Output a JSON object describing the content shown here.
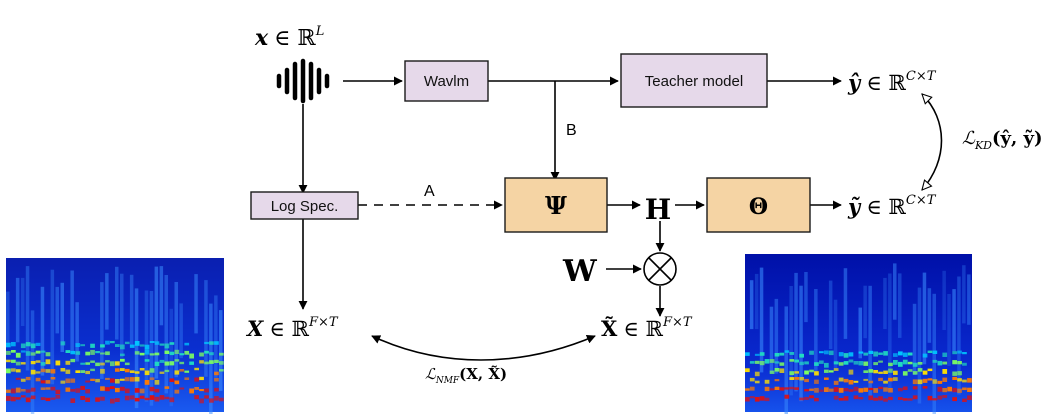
{
  "input": {
    "x_symbol": "𝒙",
    "x_space": "∈ ℝ",
    "x_sup": "L"
  },
  "blocks": {
    "wavlm": "Wavlm",
    "teacher": "Teacher model",
    "logspec": "Log Spec.",
    "psi": "Ψ",
    "theta": "Θ"
  },
  "edge_labels": {
    "a": "A",
    "b": "B"
  },
  "nodes": {
    "h": "H",
    "w": "W",
    "multiply": "⊗"
  },
  "outputs": {
    "y_hat": "𝒚̂",
    "y_hat_space": "∈ ℝ",
    "y_hat_sup": "C×T",
    "y_tilde": "𝒚̃",
    "y_tilde_space": "∈ ℝ",
    "y_tilde_sup": "C×T",
    "X": "𝑿",
    "X_space": "∈ ℝ",
    "X_sup": "F×T",
    "X_tilde": "X̃",
    "X_tilde_space": "∈ ℝ",
    "X_tilde_sup": "F×T"
  },
  "losses": {
    "kd_symbol": "ℒ",
    "kd_sub": "KD",
    "kd_args": "(ŷ, ỹ)",
    "nmf_symbol": "ℒ",
    "nmf_sub": "NMF",
    "nmf_args": "(X, X̃)"
  },
  "colors": {
    "purple_box": "#e6d9ea",
    "orange_box": "#f5d4a4",
    "spectrogram_bg": "#0a22c8"
  }
}
